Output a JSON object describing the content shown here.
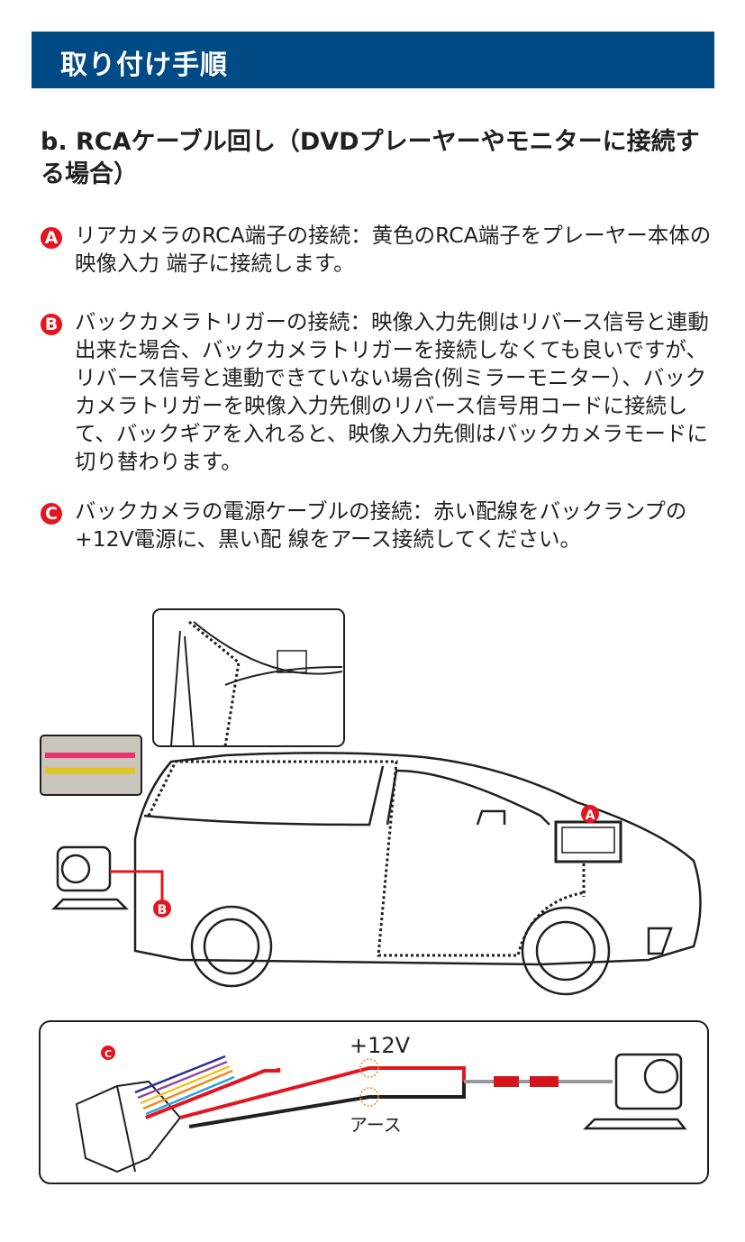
{
  "header": {
    "title": "取り付け手順"
  },
  "section": {
    "title": "b. RCAケーブル回し（DVDプレーヤーやモニターに接続する場合）"
  },
  "steps": [
    {
      "badge": "A",
      "text": "リアカメラのRCA端子の接続：黄色のRCA端子をプレーヤー本体の映像入力 端子に接続します。"
    },
    {
      "badge": "B",
      "text": "バックカメラトリガーの接続：映像入力先側はリバース信号と連動出来た場合、バックカメラトリガーを接続しなくても良いですが、リバース信号と連動できていない場合(例ミラーモニター）、バックカメラトリガーを映像入力先側のリバース信号用コードに接続して、バックギアを入れると、映像入力先側はバックカメラモードに切り替わります。"
    },
    {
      "badge": "C",
      "text": "バックカメラの電源ケーブルの接続：赤い配線をバックランプの+12V電源に、黒い配 線をアース接続してください。"
    }
  ],
  "diagram": {
    "marker_a": "A",
    "marker_b": "B",
    "marker_c": "C",
    "label_12v": "+12V",
    "label_ground": "アース"
  },
  "colors": {
    "header": "#004a85",
    "accent": "#e3161f"
  }
}
